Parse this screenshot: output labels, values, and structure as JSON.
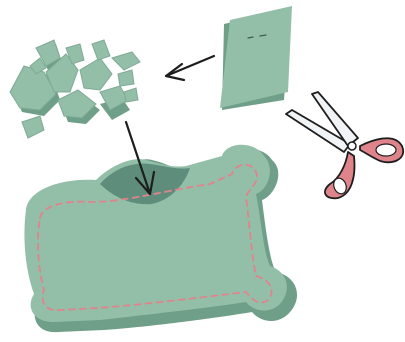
{
  "scene": {
    "steps": [
      {
        "name": "felt-sheet"
      },
      {
        "name": "scissors"
      },
      {
        "name": "felt-scraps"
      },
      {
        "name": "stuffed-felt-cushion"
      }
    ]
  },
  "colors": {
    "background": "#ffffff",
    "felt": "#93bfa9",
    "felt_shadow": "#6f9f88",
    "felt_dark": "#5e8e7b",
    "outline": "#1e1e1e",
    "stitch": "#e0848c",
    "scissors_handle": "#e0848c",
    "blade": "#f0f4f6"
  }
}
